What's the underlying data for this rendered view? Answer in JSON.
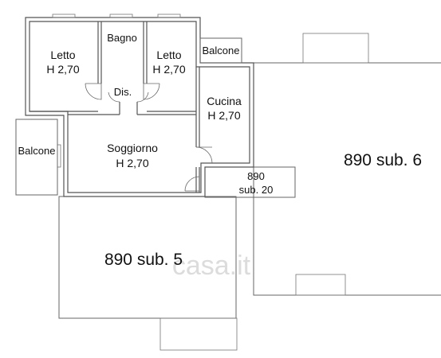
{
  "rooms": {
    "letto_left": {
      "name": "Letto",
      "height": "H 2,70"
    },
    "bagno": {
      "name": "Bagno"
    },
    "letto_right": {
      "name": "Letto",
      "height": "H 2,70"
    },
    "balcone_top": {
      "name": "Balcone"
    },
    "dis": {
      "name": "Dis."
    },
    "cucina": {
      "name": "Cucina",
      "height": "H 2,70"
    },
    "balcone_left": {
      "name": "Balcone"
    },
    "soggiorno": {
      "name": "Soggiorno",
      "height": "H 2,70"
    }
  },
  "units": {
    "sub20": {
      "line1": "890",
      "line2": "sub. 20"
    },
    "sub6": {
      "label": "890 sub. 6"
    },
    "sub5": {
      "label": "890 sub. 5"
    }
  },
  "watermark": {
    "text": "casa.it"
  },
  "colors": {
    "wall": "#555555",
    "text": "#111111",
    "watermark": "#dcdcdc"
  }
}
